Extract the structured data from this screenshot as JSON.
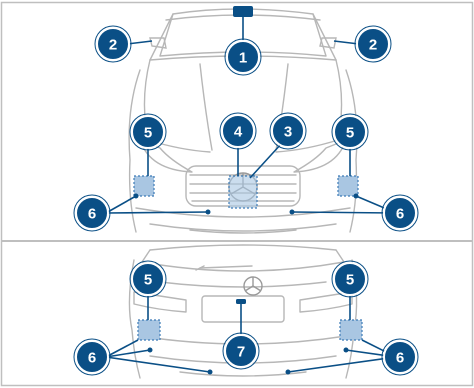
{
  "colors": {
    "frame": "#bfbfbf",
    "line": "#b7b7b7",
    "callout_fill": "#0a4f86",
    "callout_ring": "#ffffff",
    "leader": "#0a4f86",
    "sensor_fill": "#a9c6e2",
    "sensor_stroke": "#3d7bb6"
  },
  "front_view": {
    "callouts": [
      {
        "id": "camera",
        "label": "1"
      },
      {
        "id": "mirror-left",
        "label": "2"
      },
      {
        "id": "mirror-right",
        "label": "2"
      },
      {
        "id": "star-emblem",
        "label": "3"
      },
      {
        "id": "grille-center",
        "label": "4"
      },
      {
        "id": "headlight-left",
        "label": "5"
      },
      {
        "id": "headlight-right",
        "label": "5"
      },
      {
        "id": "bumper-left",
        "label": "6"
      },
      {
        "id": "bumper-right",
        "label": "6"
      }
    ]
  },
  "rear_view": {
    "callouts": [
      {
        "id": "taillight-left",
        "label": "5"
      },
      {
        "id": "taillight-right",
        "label": "5"
      },
      {
        "id": "rear-camera",
        "label": "7"
      },
      {
        "id": "rear-bumper-left",
        "label": "6"
      },
      {
        "id": "rear-bumper-right",
        "label": "6"
      }
    ]
  }
}
